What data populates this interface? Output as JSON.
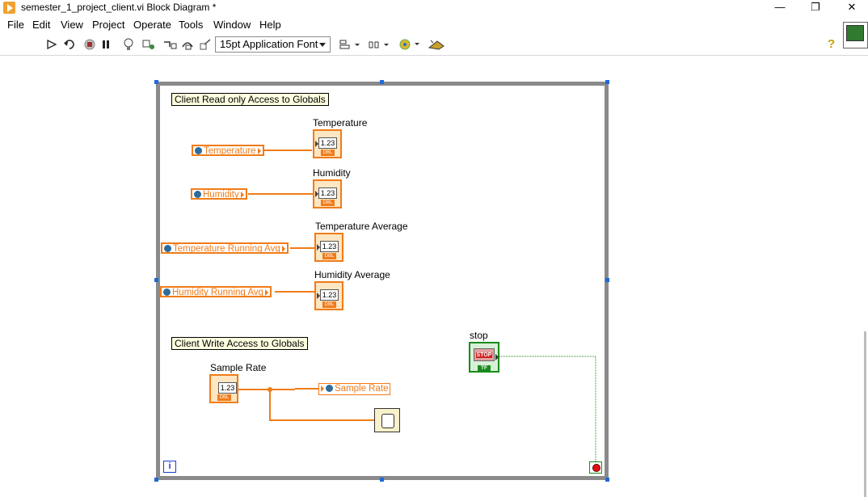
{
  "window": {
    "title": "semester_1_project_client.vi Block Diagram *",
    "controls": {
      "minimize": "—",
      "maximize": "❐",
      "close": "✕"
    }
  },
  "menu": {
    "items": [
      "File",
      "Edit",
      "View",
      "Project",
      "Operate",
      "Tools",
      "Window",
      "Help"
    ]
  },
  "toolbar": {
    "run_icon": "run-arrow-icon",
    "font_select": "15pt Application Font",
    "help_label": "?"
  },
  "diagram": {
    "read_label": "Client Read only Access to Globals",
    "write_label": "Client Write Access to Globals",
    "globals": {
      "temperature": "Temperature",
      "humidity": "Humidity",
      "temp_avg": "Temperature Running Avg",
      "hum_avg": "Humidity Running Avg",
      "sample_rate": "Sample Rate"
    },
    "indicators": {
      "temperature": "Temperature",
      "humidity": "Humidity",
      "temp_avg": "Temperature Average",
      "hum_avg": "Humidity Average"
    },
    "numeric_display": "1.23",
    "numeric_type": "DBL",
    "sample_rate_control": "Sample Rate",
    "stop_label": "stop",
    "stop_button_text": "STOP",
    "stop_type": "TF",
    "iteration_terminal": "i",
    "colors": {
      "wire": "#f07c1a",
      "boolean": "#1a8a1a",
      "frame": "#8a8a8a"
    }
  }
}
